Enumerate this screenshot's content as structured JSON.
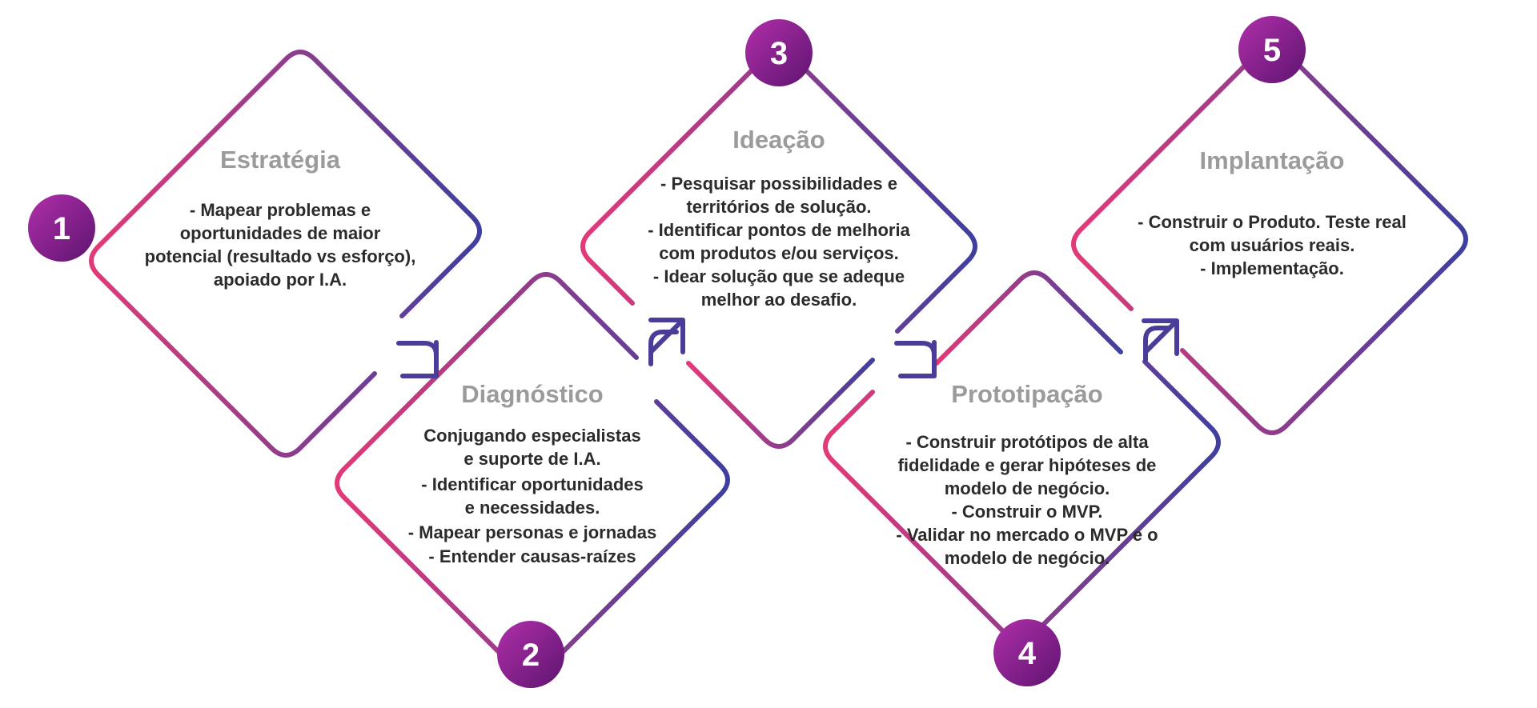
{
  "colors": {
    "gradient_start": "#e23a78",
    "gradient_end": "#3f3f9f",
    "badge_light": "#b02faa",
    "badge_dark": "#5e1470",
    "title": "#9b9b9b",
    "text": "#2b2b2b"
  },
  "steps": [
    {
      "number": "1",
      "title": "Estratégia",
      "lines": [
        "-  Mapear problemas e",
        "oportunidades de maior",
        "potencial (resultado vs esforço),",
        "apoiado por I.A."
      ]
    },
    {
      "number": "2",
      "title": "Diagnóstico",
      "lines": [
        "Conjugando especialistas",
        "e suporte de I.A.",
        "- Identificar oportunidades",
        "e necessidades.",
        "- Mapear personas e jornadas",
        "- Entender causas-raízes"
      ]
    },
    {
      "number": "3",
      "title": "Ideação",
      "lines": [
        "- Pesquisar possibilidades e",
        "territórios de solução.",
        "- Identificar pontos de melhoria",
        "com produtos e/ou serviços.",
        "- Idear solução que se adeque",
        "melhor ao desafio."
      ]
    },
    {
      "number": "4",
      "title": "Prototipação",
      "lines": [
        "- Construir protótipos de alta",
        "fidelidade e gerar hipóteses de",
        "modelo de negócio.",
        "- Construir o MVP.",
        "- Validar no mercado o MVP e o",
        "modelo de negócio."
      ]
    },
    {
      "number": "5",
      "title": "Implantação",
      "lines": [
        "- Construir o Produto. Teste real",
        "com usuários reais.",
        "-  Implementação."
      ]
    }
  ]
}
